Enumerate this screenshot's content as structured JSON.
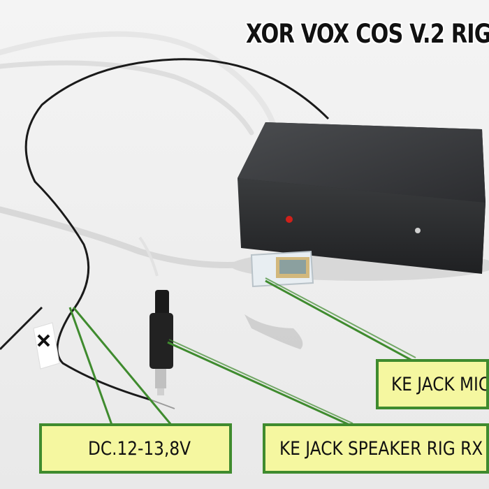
{
  "title": "XOR VOX COS V.2 RIG",
  "labels": {
    "mic": "KE JACK MIC",
    "dc": "DC.12-13,8V",
    "speaker": "KE JACK SPEAKER RIG RX"
  },
  "colors": {
    "background": "#f2f2f2",
    "box": "#2a2c2e",
    "callout_fill": "#f5f7a0",
    "callout_border": "#3f8b2e",
    "leader_line": "#3f8b2e",
    "led": "#d0201a"
  },
  "image_content": [
    "black-project-box",
    "red-led",
    "white-cable",
    "black-cable",
    "rj45-connector",
    "3.5mm-jack-plug",
    "dc-wire-marker-x"
  ]
}
